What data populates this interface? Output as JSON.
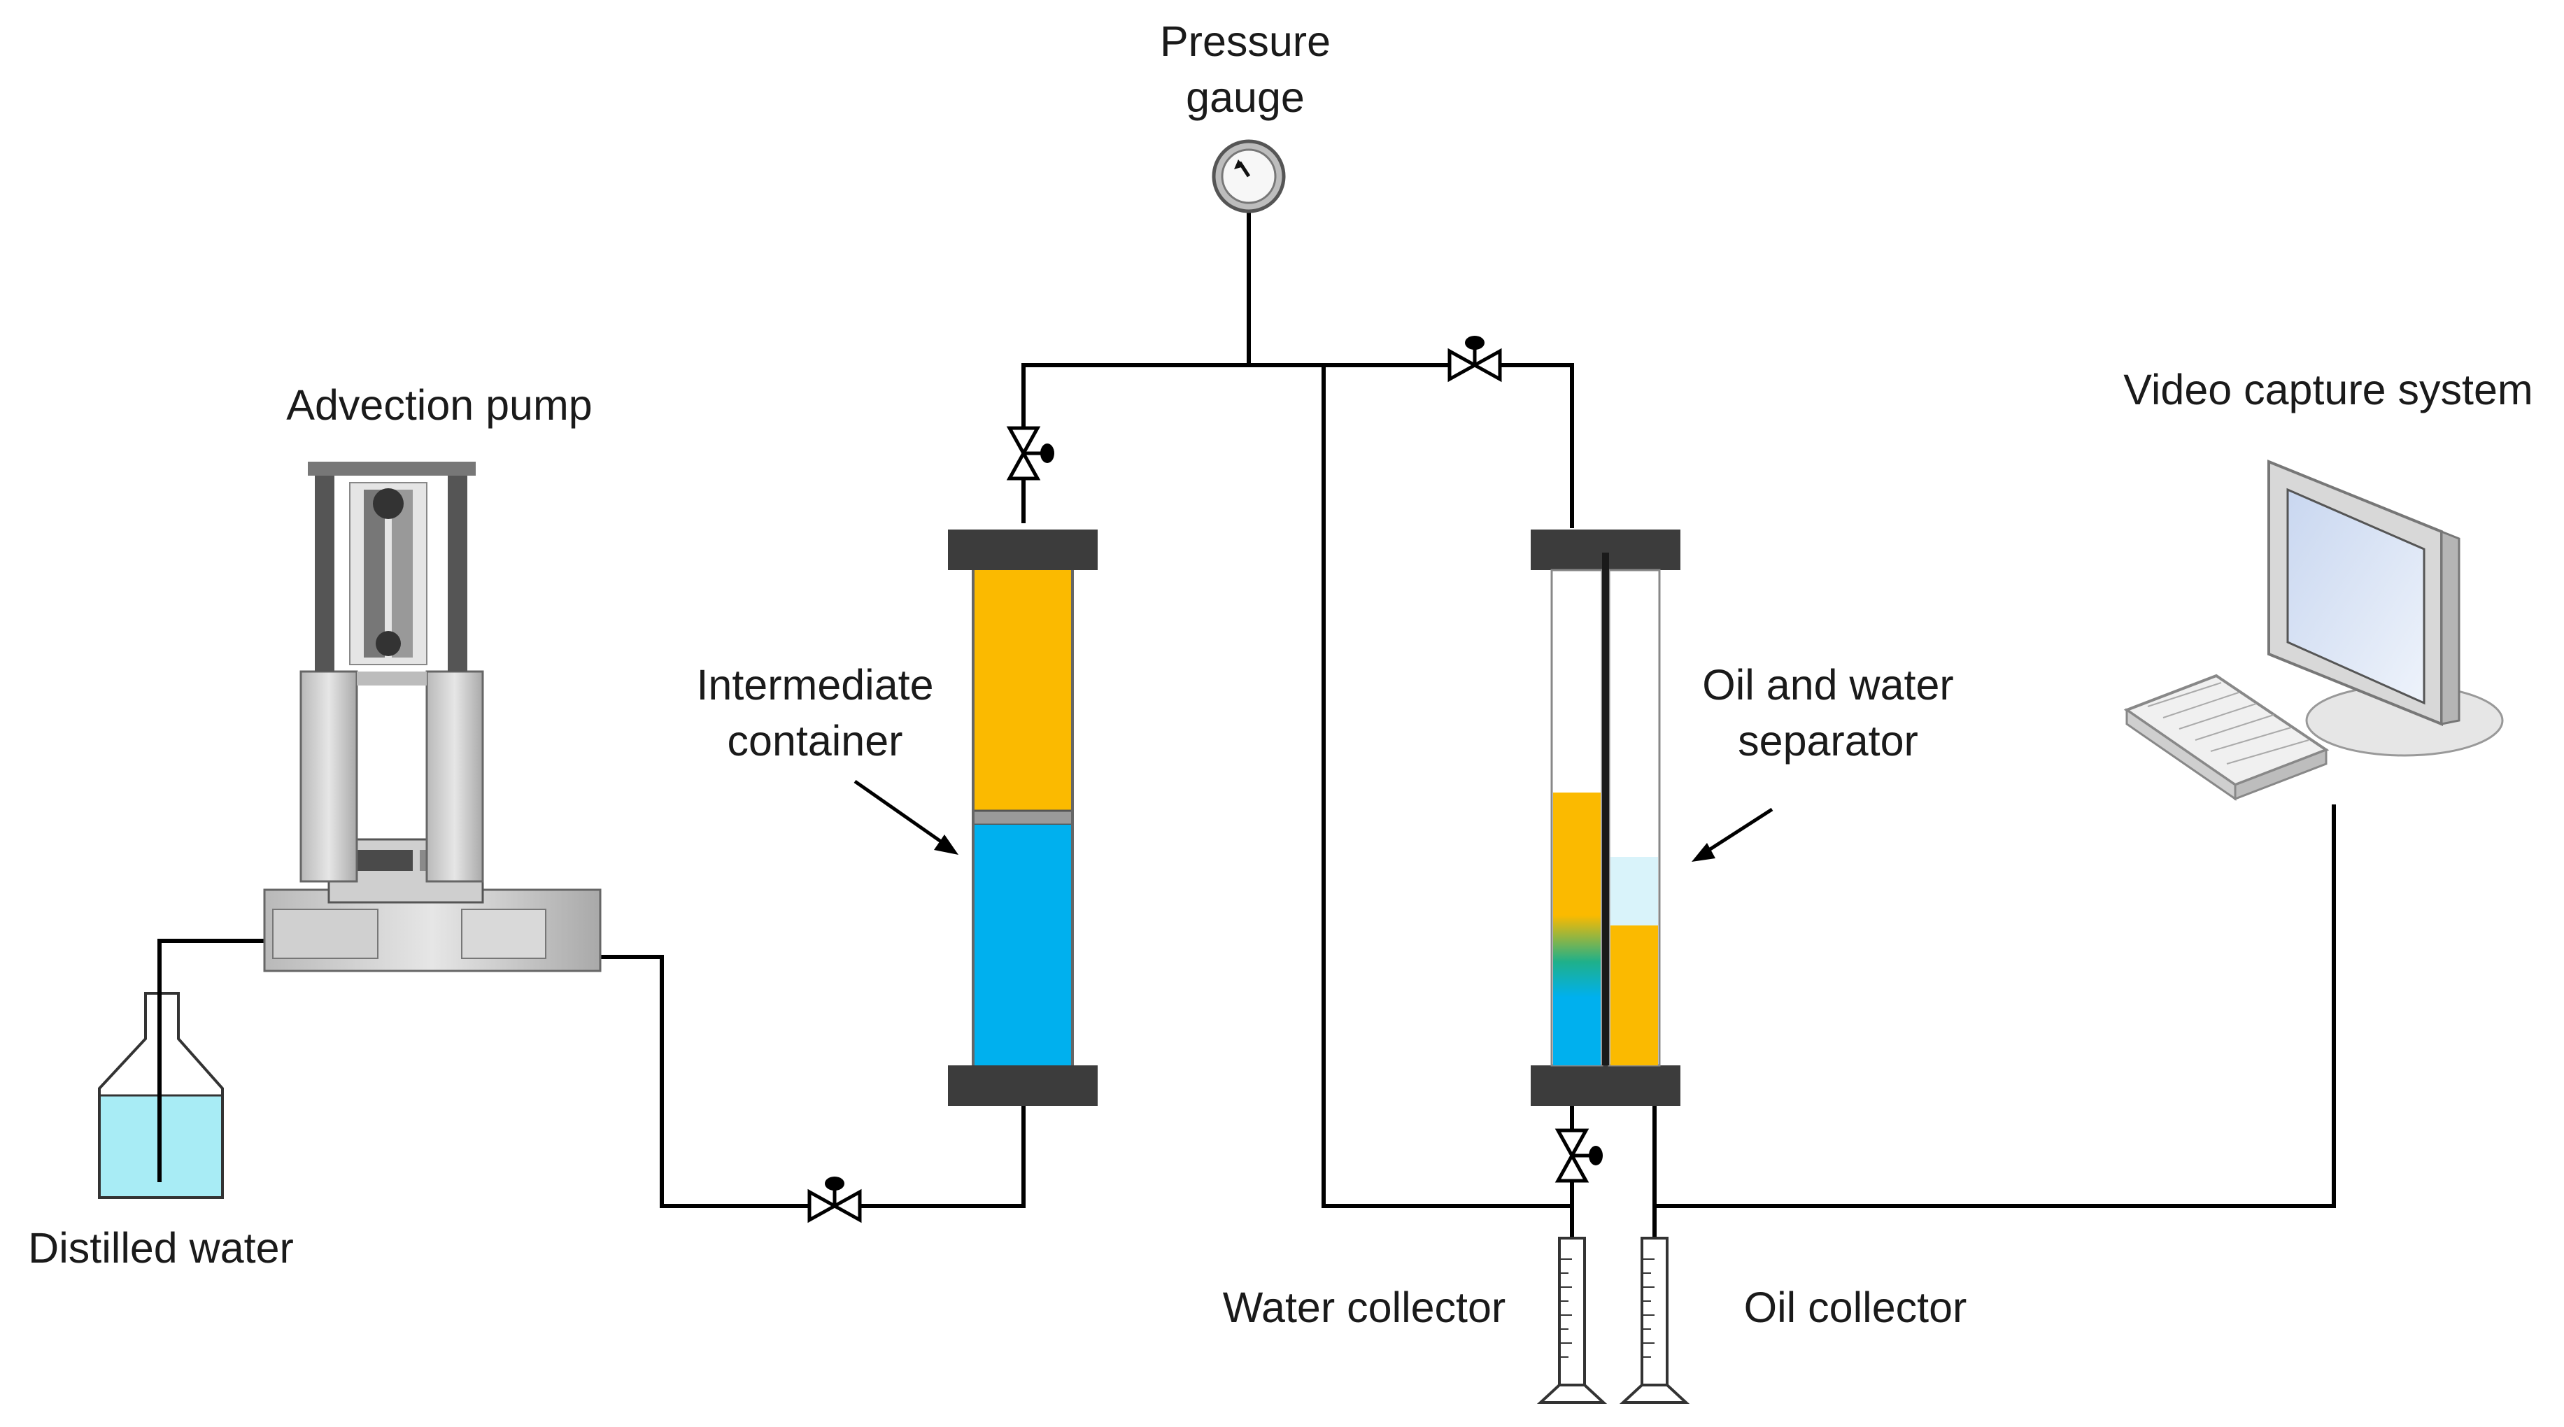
{
  "labels": {
    "pressure_gauge": [
      "Pressure",
      "gauge"
    ],
    "advection_pump": "Advection pump",
    "video_capture_system": "Video capture system",
    "intermediate_container": [
      "Intermediate",
      "container"
    ],
    "oil_water_separator": [
      "Oil and water",
      "separator"
    ],
    "distilled_water": "Distilled water",
    "water_collector": "Water collector",
    "oil_collector": "Oil collector"
  },
  "colors": {
    "oil": "#FBBA00",
    "water": "#00B0EE",
    "cap": "#3C3C3C",
    "distilled_water": "#A8ECF5",
    "separator_light": "#D9F3FA"
  },
  "icons": [
    "pressure-gauge-icon",
    "advection-pump-icon",
    "computer-monitor-icon",
    "keyboard-icon",
    "valve-icon",
    "bottle-icon",
    "graduated-cylinder-icon"
  ]
}
